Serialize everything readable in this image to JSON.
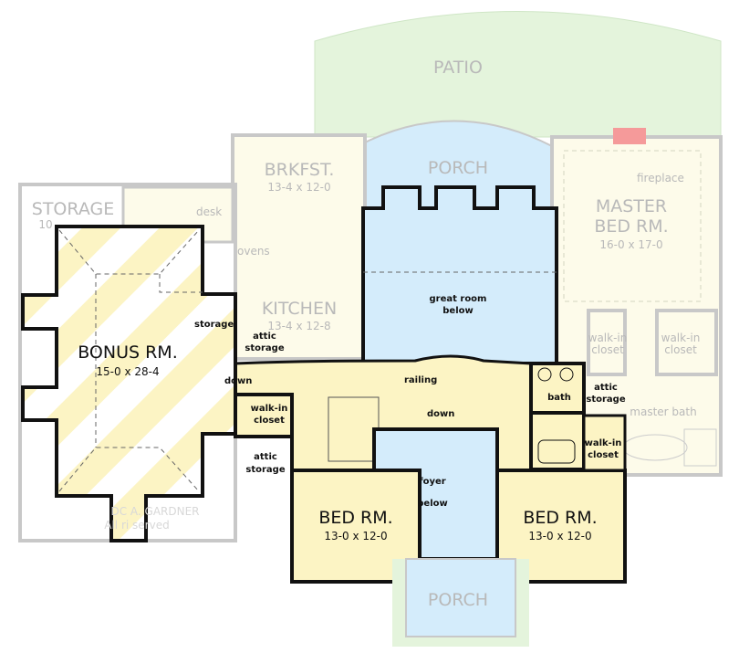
{
  "colors": {
    "patio": "#e4f4dc",
    "porch": "#d4ecfb",
    "open_below": "#d4ecfb",
    "upper_floor": "#fcf4c4",
    "lower_floor_faded": "#fdfbea",
    "wall": "#111111",
    "fireplace": "#f59a9a"
  },
  "labels": {
    "patio": "PATIO",
    "porch_rear": "PORCH",
    "porch_front": "PORCH",
    "brkfst": {
      "name": "BRKFST.",
      "dim": "13-4  x  12-0"
    },
    "storage": {
      "name": "STORAGE",
      "dim": "10"
    },
    "desk": "desk",
    "ovens": "ovens",
    "kitchen": {
      "name": "KITCHEN",
      "dim": "13-4  x  12-8"
    },
    "master": {
      "name1": "MASTER",
      "name2": "BED RM.",
      "dim": "16-0  x  17-0"
    },
    "fireplace": "fireplace",
    "bonus": {
      "name": "BONUS RM.",
      "dim": "15-0  x  28-4"
    },
    "storage_small": "storage",
    "attic_storage_1": [
      "attic",
      "storage"
    ],
    "attic_storage_2": [
      "attic",
      "storage"
    ],
    "attic_storage_3": [
      "attic",
      "storage"
    ],
    "down_1": "down",
    "down_2": "down",
    "railing": "railing",
    "great_room": [
      "great room",
      "below"
    ],
    "walkin_1": [
      "walk-in",
      "closet"
    ],
    "walkin_2": [
      "walk-in",
      "closet"
    ],
    "walkin_m1": [
      "walk-in",
      "closet"
    ],
    "walkin_m2": [
      "walk-in",
      "closet"
    ],
    "bath": "bath",
    "master_bath": "master bath",
    "foyer": [
      "foyer",
      "below"
    ],
    "bed_left": {
      "name": "BED RM.",
      "dim": "13-0  x  12-0"
    },
    "bed_right": {
      "name": "BED RM.",
      "dim": "13-0  x  12-0"
    },
    "copyright": [
      "DC        A. GARDNER",
      "All ri        served"
    ]
  }
}
